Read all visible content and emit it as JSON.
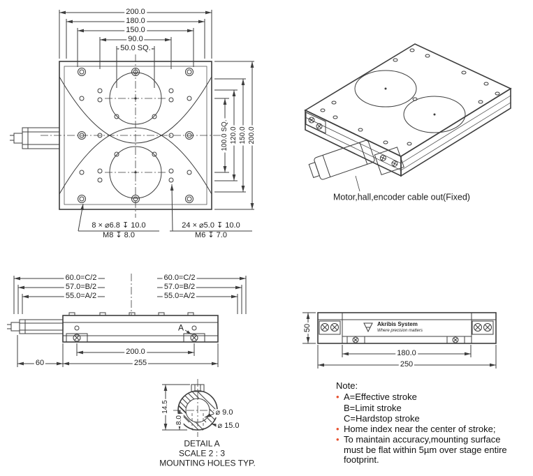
{
  "colors": {
    "line": "#3d3d3d",
    "accent_bullet": "#e8502e"
  },
  "top_view": {
    "dim_200": "200.0",
    "dim_180": "180.0",
    "dim_150": "150.0",
    "dim_90": "90.0",
    "dim_50sq": "50.0 SQ.",
    "dim_100sq": "100.0 SQ.",
    "dim_120": "120.0",
    "dim_150_right": "150.0",
    "dim_200_right": "200.0",
    "cbore_callout_line1": "8 × ⌀6.8 ↧ 10.0",
    "cbore_callout_line2": "M8 ↧ 8.0",
    "tap_callout_line1": "24 × ⌀5.0 ↧ 10.0",
    "tap_callout_line2": "M6 ↧ 7.0"
  },
  "iso_view": {
    "cable_label": "Motor,hall,encoder cable out(Fixed)"
  },
  "side_view": {
    "stroke_dims_left": [
      "60.0=C/2",
      "57.0=B/2",
      "55.0=A/2"
    ],
    "stroke_dims_right": [
      "60.0=C/2",
      "57.0=B/2",
      "55.0=A/2"
    ],
    "detail_marker": "A",
    "dim_carriage": "200.0",
    "dim_overall": "255",
    "dim_motor": "60"
  },
  "front_view": {
    "logo_title": "Akribis System",
    "logo_tagline": "Where precision matters",
    "dim_height": "50",
    "dim_inner": "180.0",
    "dim_overall": "250"
  },
  "detail_view": {
    "dim_height": "14.5",
    "dim_depth": "8.0",
    "dim_dia_9": "⌀ 9.0",
    "dim_dia_15": "⌀ 15.0",
    "title": "DETAIL A",
    "scale_label": "SCALE 2 : 3",
    "note": "MOUNTING HOLES TYP."
  },
  "notes": {
    "title": "Note:",
    "items": [
      {
        "bullet": "•",
        "text": "A=Effective stroke"
      },
      {
        "bullet": "",
        "text": "B=Limit stroke"
      },
      {
        "bullet": "",
        "text": "C=Hardstop stroke"
      },
      {
        "bullet": "•",
        "text": "Home index near the center of stroke;"
      },
      {
        "bullet": "•",
        "text": "To maintain accuracy,mounting surface must be flat within 5µm over stage entire footprint."
      }
    ]
  }
}
